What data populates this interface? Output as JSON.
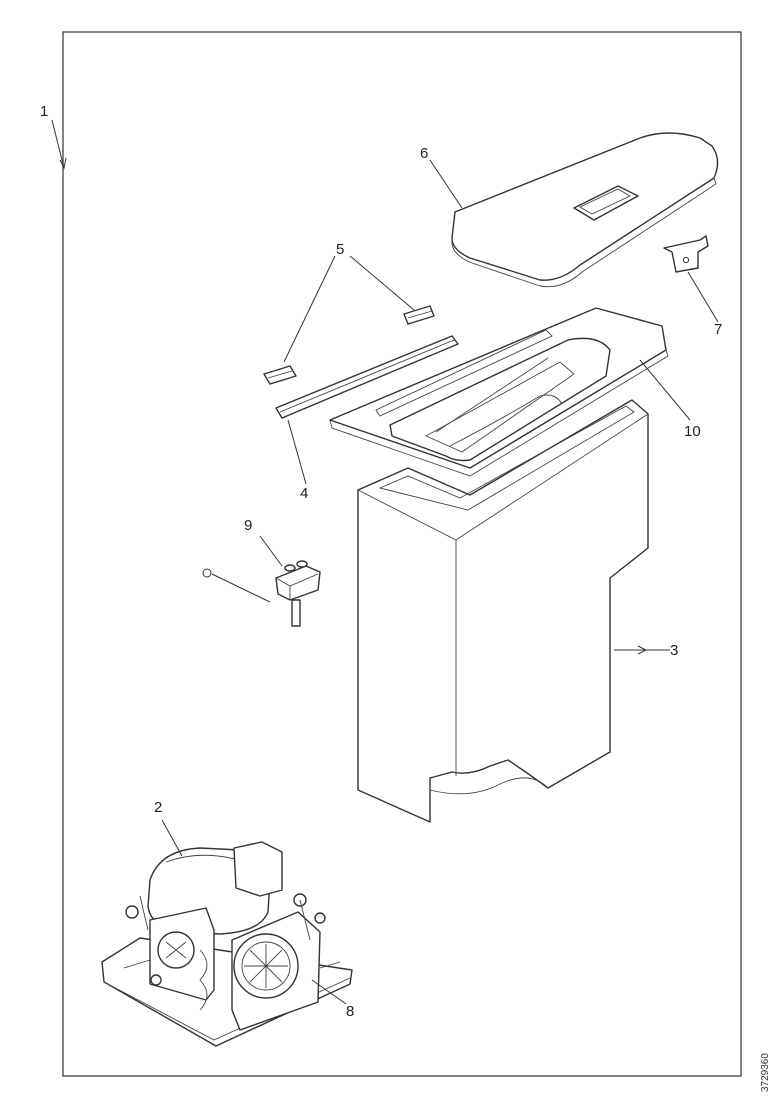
{
  "diagram": {
    "callouts": [
      {
        "id": "c1",
        "text": "1"
      },
      {
        "id": "c2",
        "text": "2"
      },
      {
        "id": "c3",
        "text": "3"
      },
      {
        "id": "c4",
        "text": "4"
      },
      {
        "id": "c5",
        "text": "5"
      },
      {
        "id": "c6",
        "text": "6"
      },
      {
        "id": "c7",
        "text": "7"
      },
      {
        "id": "c8",
        "text": "8"
      },
      {
        "id": "c9",
        "text": "9"
      },
      {
        "id": "c10",
        "text": "10"
      }
    ],
    "drawing_code": "3729360"
  }
}
